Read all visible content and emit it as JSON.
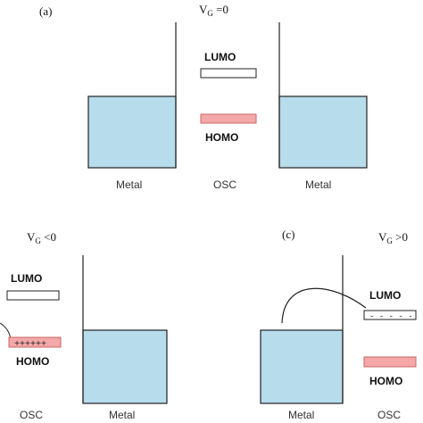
{
  "panel_a": {
    "label": "(a)",
    "vg_symbol": "V",
    "vg_sub": "G",
    "vg_rest": " =0",
    "lumo": "LUMO",
    "homo": "HOMO",
    "metal_left": "Metal",
    "osc": "OSC",
    "metal_right": "Metal"
  },
  "panel_b": {
    "vg_symbol": "V",
    "vg_sub": "G",
    "vg_rest": " <0",
    "lumo": "LUMO",
    "homo": "HOMO",
    "homo_charges": "++++++",
    "osc": "OSC",
    "metal": "Metal"
  },
  "panel_c": {
    "label": "(c)",
    "vg_symbol": "V",
    "vg_sub": "G",
    "vg_rest": " >0",
    "lumo": "LUMO",
    "homo": "HOMO",
    "lumo_charges": "- - - - -",
    "metal": "Metal",
    "osc": "OSC"
  },
  "colors": {
    "metal_fill": "#b7dcec",
    "homo_fill": "#f4a8a8",
    "line": "#222222"
  }
}
